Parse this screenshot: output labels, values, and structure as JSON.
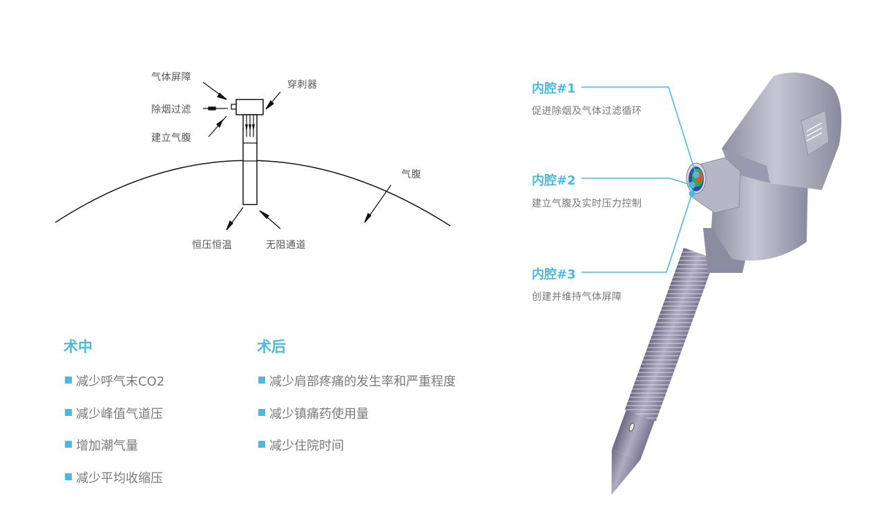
{
  "diagram": {
    "labels": {
      "gas_barrier": "气体屏障",
      "smoke_filter": "除烟过滤",
      "insufflation": "建立气腹",
      "trocar": "穿刺器",
      "pneumoperitoneum": "气腹",
      "constant_pressure_temp": "恒压恒温",
      "unobstructed_channel": "无阻通道"
    }
  },
  "intraop": {
    "title": "术中",
    "items": [
      "减少呼气末CO2",
      "减少峰值气道压",
      "增加潮气量",
      "减少平均收缩压"
    ]
  },
  "postop": {
    "title": "术后",
    "items": [
      "减少肩部疼痛的发生率和严重程度",
      "减少镇痛药使用量",
      "减少住院时间"
    ]
  },
  "lumens": [
    {
      "title": "内腔#1",
      "desc": "促进除烟及气体过滤循环"
    },
    {
      "title": "内腔#2",
      "desc": "建立气腹及实时压力控制"
    },
    {
      "title": "内腔#3",
      "desc": "创建并维持气体屏障"
    }
  ],
  "colors": {
    "accent": "#4ab9e0",
    "text": "#7a7a7a",
    "device_body": "#a9a9ba",
    "lumen_red": "#e8502a",
    "lumen_green": "#3aa84a",
    "lumen_blue": "#2b4fa8"
  }
}
